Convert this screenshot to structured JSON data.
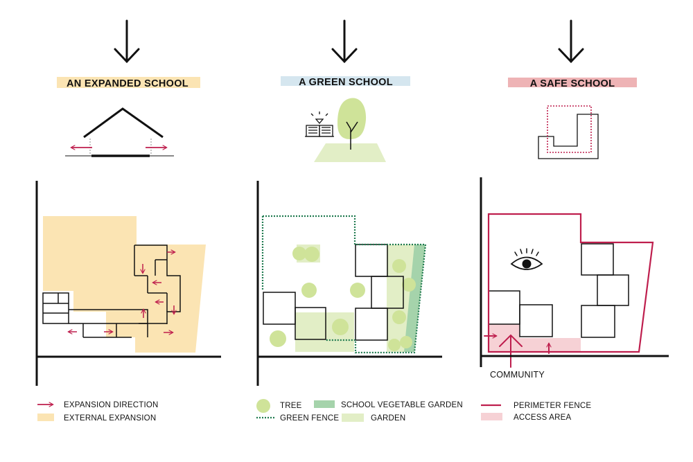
{
  "colors": {
    "ink": "#111111",
    "yellow": "#fbe4b3",
    "blue": "#d5e6ef",
    "pink": "#eeb3b5",
    "pink_light": "#f6d1d5",
    "crimson": "#be1e4d",
    "green_light": "#e2eec6",
    "green_tree": "#cfe399",
    "green_fence": "#1f7a4f",
    "green_veg": "#a5d3ab"
  },
  "panels": [
    {
      "title": "AN EXPANDED SCHOOL",
      "legend": [
        {
          "label": "EXPANSION DIRECTION",
          "swatch": "crimson-arrow"
        },
        {
          "label": "EXTERNAL EXPANSION",
          "swatch": "yellow-fill"
        }
      ]
    },
    {
      "title": "A GREEN SCHOOL",
      "legend": [
        {
          "label": "TREE",
          "swatch": "green-circle"
        },
        {
          "label": "SCHOOL VEGETABLE GARDEN",
          "swatch": "green-fill"
        },
        {
          "label": "GREEN FENCE",
          "swatch": "green-dotted-line"
        },
        {
          "label": "GARDEN",
          "swatch": "light-green-fill"
        }
      ]
    },
    {
      "title": "A SAFE SCHOOL",
      "map_label": "COMMUNITY",
      "legend": [
        {
          "label": "PERIMETER FENCE",
          "swatch": "crimson-line"
        },
        {
          "label": "ACCESS AREA",
          "swatch": "pink-fill"
        }
      ]
    }
  ],
  "icons": [
    "down-arrow-icon",
    "open-book-icon",
    "eye-icon",
    "expansion-arrow-icon"
  ]
}
